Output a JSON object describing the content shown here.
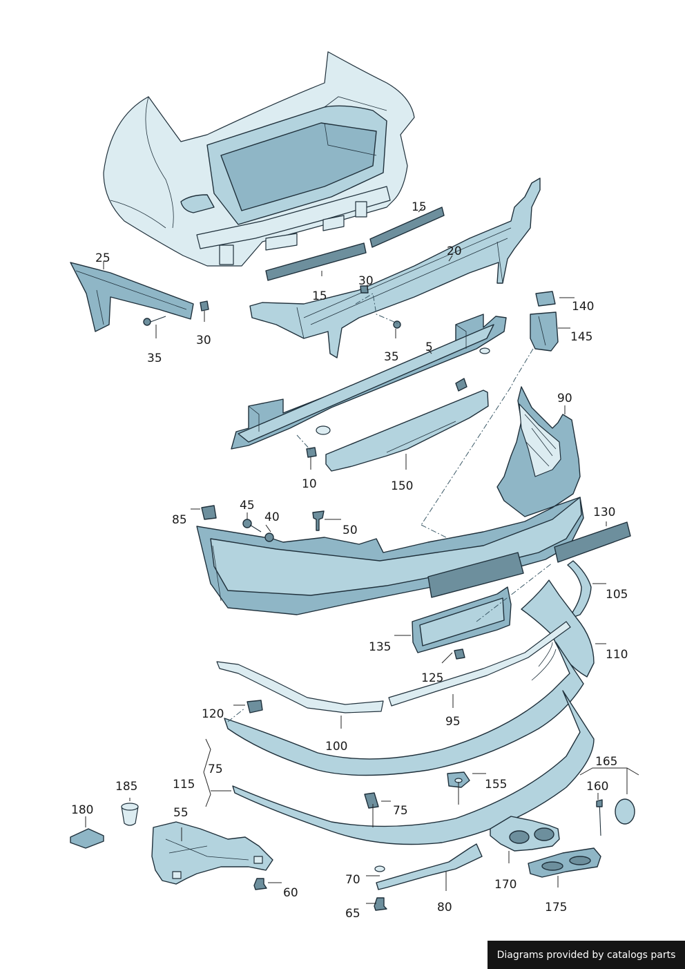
{
  "parts": [
    "5",
    "10",
    "15",
    "15",
    "20",
    "25",
    "30",
    "30",
    "35",
    "35",
    "40",
    "45",
    "50",
    "55",
    "60",
    "65",
    "70",
    "75",
    "75",
    "80",
    "85",
    "90",
    "95",
    "100",
    "105",
    "110",
    "115",
    "120",
    "125",
    "130",
    "135",
    "140",
    "145",
    "150",
    "155",
    "160",
    "165",
    "170",
    "175",
    "180",
    "185"
  ],
  "credit": "Diagrams provided by catalogs parts"
}
